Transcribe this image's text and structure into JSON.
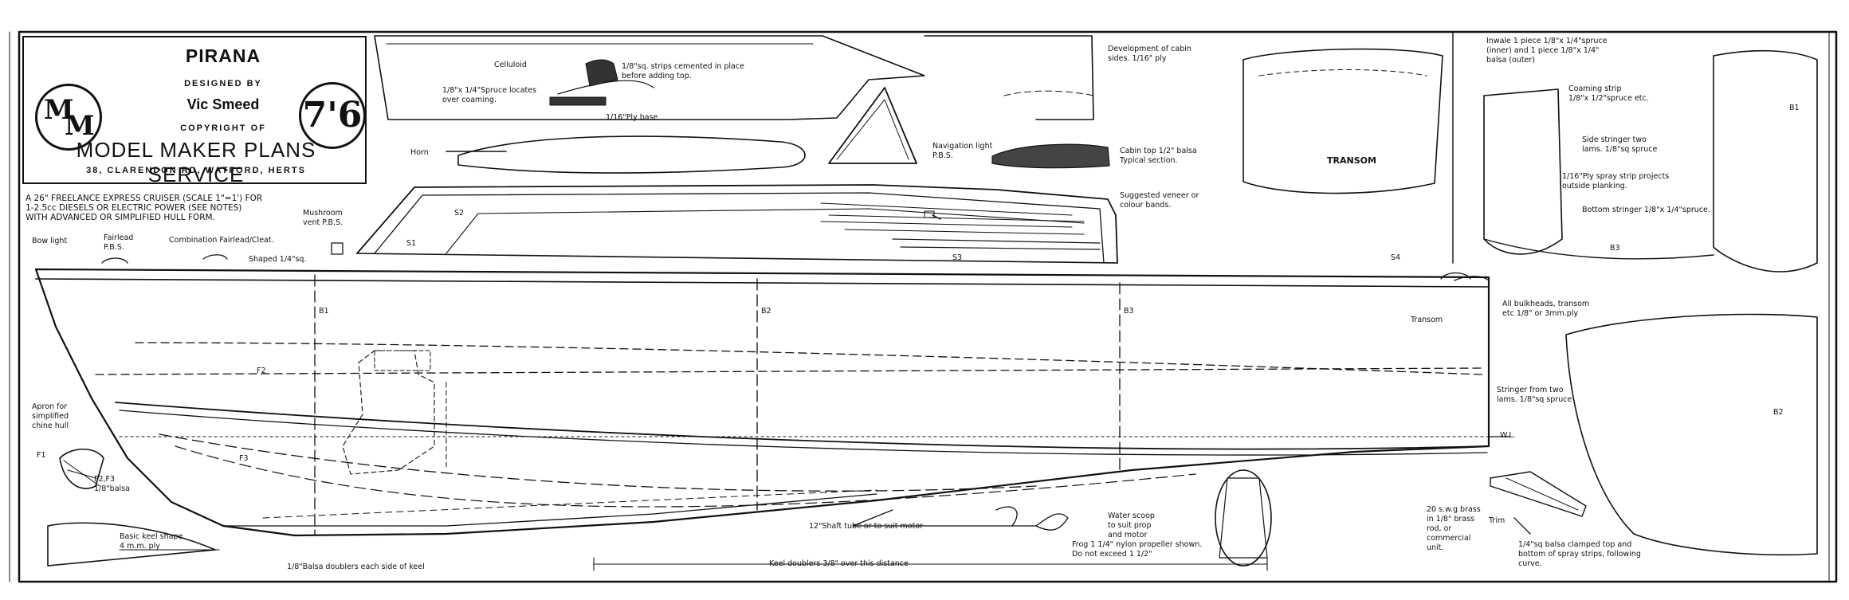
{
  "title_block": {
    "name": "PIRANA",
    "designed_by": "DESIGNED BY",
    "designer": "Vic Smeed",
    "copyright": "COPYRIGHT OF",
    "publisher": "MODEL MAKER PLANS SERVICE",
    "address": "38, CLARENDON RD, WATFORD, HERTS",
    "logo_letters": [
      "M",
      "M"
    ],
    "price": "7'6"
  },
  "description": "A 26\" FREELANCE EXPRESS CRUISER (SCALE 1\"=1') FOR\n1-2.5cc DIESELS OR ELECTRIC POWER (SEE NOTES)\nWITH ADVANCED OR SIMPLIFIED HULL FORM.",
  "labels": {
    "bow_light": "Bow light",
    "fairlead": "Fairlead\nP.B.S.",
    "combination_fairlead": "Combination Fairlead/Cleat.",
    "mushroom_vent": "Mushroom\nvent P.B.S.",
    "shaped_sq": "Shaped 1/4\"sq.",
    "horn": "Horn",
    "navigation_light": "Navigation light\nP.B.S.",
    "cabin_top": "Cabin top 1/2\" balsa\nTypical section.",
    "veneer": "Suggested veneer or\ncolour bands.",
    "celluloid": "Celluloid",
    "strips_cemented": "1/8\"sq. strips cemented in place\nbefore adding top.",
    "spruce_locates": "1/8\"x 1/4\"Spruce locates\nover coaming.",
    "ply_base": "1/16\"Ply base",
    "development": "Development of cabin\nsides. 1/16\" ply",
    "s1": "S1",
    "s2": "S2",
    "s3": "S3",
    "s4": "S4",
    "b1": "B1",
    "b2": "B2",
    "b3": "B3",
    "transom_side": "Transom",
    "f2": "F2",
    "f3": "F3",
    "f1": "F1",
    "f2f3": "F2,F3\n1/8\"balsa",
    "apron": "Apron for\nsimplified\nchine hull",
    "basic_keel": "Basic keel shape\n4 m.m. ply",
    "balsa_doublers": "1/8\"Balsa doublers each side of keel",
    "keel_doublers": "Keel doublers 3/8\" over this distance",
    "shaft_tube": "12\"Shaft tube or to suit motor",
    "frog_prop": "Frog 1 1/4\" nylon propeller shown.\nDo not exceed 1 1/2\"",
    "water_scoop": "Water scoop\nto suit prop\nand motor",
    "brass_rod": "20 s.w.g brass\nin 1/8\" brass\nrod, or\ncommercial\nunit.",
    "trim": "Trim",
    "spray_strips": "1/4\"sq balsa clamped top and\nbottom of spray strips, following\ncurve.",
    "wl": "W.L.",
    "stringer_from": "Stringer from two\nlams. 1/8\"sq spruce",
    "transom_part": "TRANSOM",
    "inwale": "Inwale 1 piece 1/8\"x 1/4\"spruce\n(inner) and 1 piece 1/8\"x 1/4\"\nbalsa (outer)",
    "coaming_strip": "Coaming strip\n1/8\"x 1/2\"spruce etc.",
    "side_stringer": "Side stringer two\nlams. 1/8\"sq spruce",
    "ply_spray": "1/16\"Ply spray strip projects\noutside planking.",
    "bottom_stringer": "Bottom stringer 1/8\"x 1/4\"spruce.",
    "bulkheads": "All bulkheads, transom\netc 1/8\" or 3mm.ply",
    "part_b1": "B1",
    "part_b2": "B2",
    "part_b3": "B3"
  }
}
